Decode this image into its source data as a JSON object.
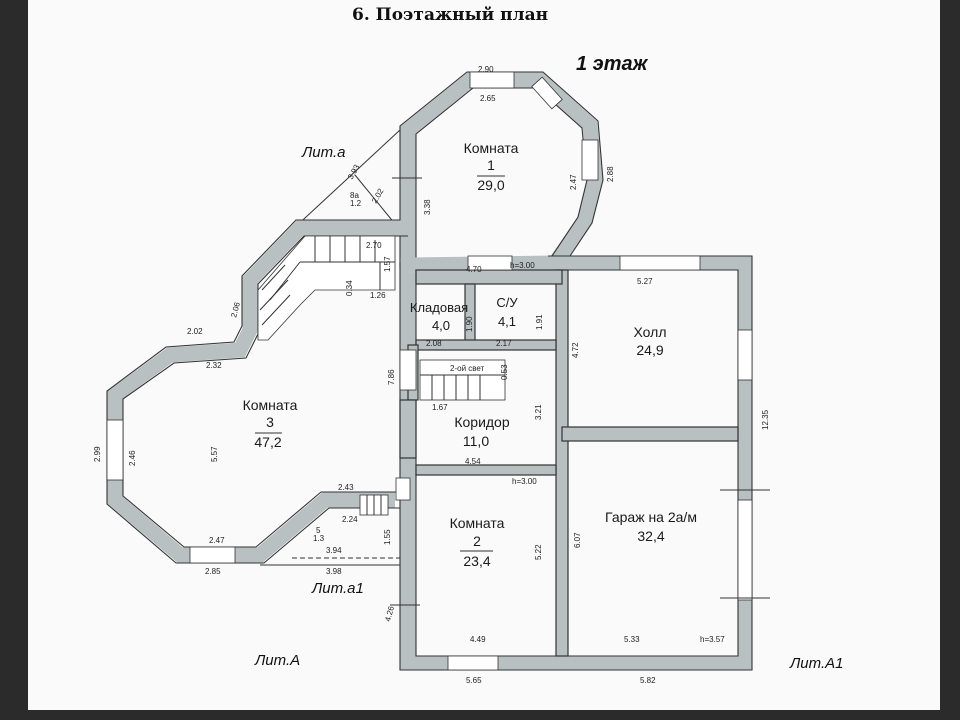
{
  "title": "6. Поэтажный план",
  "floor_label": "1 этаж",
  "rooms": {
    "room1": {
      "name": "Комната",
      "number": "1",
      "area": "29,0"
    },
    "room2": {
      "name": "Комната",
      "number": "2",
      "area": "23,4"
    },
    "room3": {
      "name": "Комната",
      "number": "3",
      "area": "47,2"
    },
    "pantry": {
      "name": "Кладовая",
      "area": "4,0"
    },
    "bathroom": {
      "name": "С/У",
      "area": "4,1"
    },
    "hall": {
      "name": "Холл",
      "area": "24,9"
    },
    "corridor": {
      "name": "Коридор",
      "area": "11,0"
    },
    "garage": {
      "name": "Гараж на 2а/м",
      "area": "32,4"
    }
  },
  "lit_labels": {
    "lit_a": "Лит.а",
    "lit_a1_small": "Лит.а1",
    "lit_A": "Лит.А",
    "lit_A1": "Лит.А1"
  },
  "dimensions": {
    "d_290": "2.90",
    "d_265": "2.65",
    "d_247": "2.47",
    "d_288": "2.88",
    "d_338": "3.38",
    "d_393": "3.93",
    "d_202a": "2.02",
    "d_8a": "8а",
    "d_12": "1.2",
    "d_270": "2.70",
    "d_470": "4.70",
    "d_h300a": "h=3.00",
    "d_527": "5.27",
    "d_472": "4.72",
    "d_1235": "12.35",
    "d_206": "2.06",
    "d_202b": "2.02",
    "d_232": "2.32",
    "d_157": "1.57",
    "d_034": "0.34",
    "d_126": "1.26",
    "d_190": "1.90",
    "d_191": "1.91",
    "d_208": "2.08",
    "d_217": "2.17",
    "d_786": "7.86",
    "d_053": "0.53",
    "d_167": "1.67",
    "d_321": "3.21",
    "d_454": "4.54",
    "d_h300b": "h=3.00",
    "d_299": "2.99",
    "d_246": "2.46",
    "d_557": "5.57",
    "d_243": "2.43",
    "d_224": "2.24",
    "d_5": "5",
    "d_13": "1.3",
    "d_394": "3.94",
    "d_398": "3.98",
    "d_155": "1.55",
    "d_247b": "2.47",
    "d_285": "2.85",
    "d_426": "4.26",
    "d_522": "5.22",
    "d_607": "6.07",
    "d_449": "4.49",
    "d_533": "5.33",
    "d_h357": "h=3.57",
    "d_565": "5.65",
    "d_582": "5.82",
    "d_2stairs": "2-ой свет"
  }
}
